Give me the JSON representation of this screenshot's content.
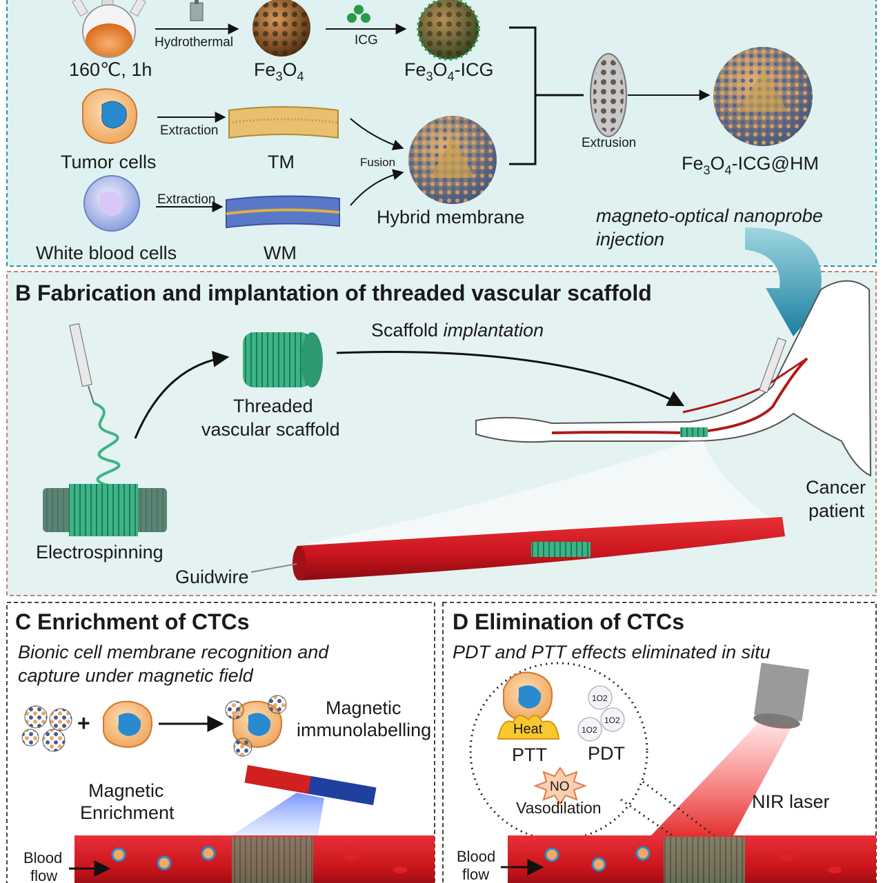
{
  "panel_a": {
    "step_label": "160℃, 1h",
    "hydrothermal_label": "Hydrothermal",
    "icg_label": "ICG",
    "fe3o4": {
      "base": "Fe",
      "sub1": "3",
      "mid": "O",
      "sub2": "4"
    },
    "fe3o4_icg": {
      "base": "Fe",
      "sub1": "3",
      "mid": "O",
      "sub2": "4",
      "tail": "-ICG"
    },
    "tumor_cells_label": "Tumor cells",
    "extraction_label_1": "Extraction",
    "extraction_label_2": "Extraction",
    "tm_label": "TM",
    "wm_label": "WM",
    "white_blood_cells_label": "White blood cells",
    "fusion_label": "Fusion",
    "hybrid_membrane_label": "Hybrid membrane",
    "extrusion_label": "Extrusion",
    "product": {
      "base": "Fe",
      "sub1": "3",
      "mid": "O",
      "sub2": "4",
      "tail": "-ICG@HM"
    },
    "nanoprobe_line1": "magneto-optical nanoprobe",
    "nanoprobe_line2": "injection"
  },
  "panel_b": {
    "title": "B  Fabrication and implantation of threaded vascular scaffold",
    "scaffold_impl_1": "Scaffold ",
    "scaffold_impl_2": "implantation",
    "threaded_line1": "Threaded",
    "threaded_line2": "vascular scaffold",
    "electrospinning_label": "Electrospinning",
    "guidwire_label": "Guidwire",
    "cancer_line1": "Cancer",
    "cancer_line2": "patient"
  },
  "panel_c": {
    "title": "C Enrichment of CTCs",
    "subtitle_line1": "Bionic cell membrane recognition and",
    "subtitle_line2": "capture under magnetic field",
    "plus": "+",
    "magnetic_immuno_line1": "Magnetic",
    "magnetic_immuno_line2": "immunolabelling",
    "magnetic_enrich_line1": "Magnetic",
    "magnetic_enrich_line2": "Enrichment",
    "blood_line1": "Blood",
    "blood_line2": "flow"
  },
  "panel_d": {
    "title": "D Elimination of CTCs",
    "subtitle": "PDT and PTT effects eliminated in situ",
    "heat_label": "Heat",
    "ptt_label": "PTT",
    "pdt_label": "PDT",
    "singlet_oxygen": "1O2",
    "no_label": "NO",
    "vasodilation_label": "Vasodilation",
    "nir_label": "NIR laser",
    "blood_line1": "Blood",
    "blood_line2": "flow"
  },
  "colors": {
    "panel_a_bg": "#dff1f1",
    "panel_a_border": "#2b8fa0",
    "panel_b_bg": "#e4f2f1",
    "panel_b_border": "#c08080",
    "panel_cd_border": "#444444",
    "vessel_red": "#c8141c",
    "scaffold_green": "#3cb487",
    "laser_red": "#e01818"
  }
}
